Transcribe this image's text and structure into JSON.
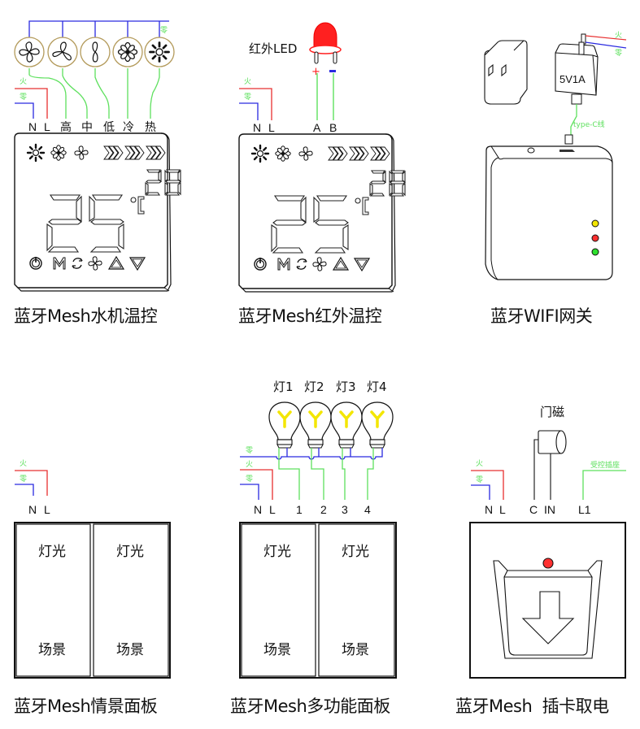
{
  "colors": {
    "live_wire": "#e83030",
    "neutral_wire": "#2a2ae0",
    "signal_wire": "#5ee05e",
    "led_red": "#ff2020",
    "bulb_yellow": "#f3e600",
    "indicator_yellow": "#f3e600",
    "indicator_red": "#ff3030",
    "indicator_green": "#2ee02e",
    "fan_ring": "#b39a5a"
  },
  "wire_labels": {
    "live": "火",
    "neutral": "零",
    "controlled_socket": "受控插座",
    "typec": "type-C线"
  },
  "devices": [
    {
      "id": "water-thermostat",
      "caption": "蓝牙Mesh水机温控",
      "terminals": [
        "N",
        "L",
        "高",
        "中",
        "低",
        "冷",
        "热"
      ],
      "valves": [
        "fan-high-icon",
        "fan-mid-icon",
        "fan-low-icon",
        "cool-icon",
        "heat-icon"
      ],
      "display": {
        "temperature": "25",
        "unit": "°C",
        "set_temp": "28"
      },
      "buttons": [
        "power-icon",
        "mode-icon",
        "cycle-icon",
        "fan-icon",
        "up-icon",
        "down-icon"
      ]
    },
    {
      "id": "ir-thermostat",
      "caption": "蓝牙Mesh红外温控",
      "terminals": [
        "N",
        "L",
        "A",
        "B"
      ],
      "led_label": "红外LED",
      "led_plus": "+",
      "led_minus": "−",
      "display": {
        "temperature": "25",
        "unit": "°C",
        "set_temp": "28"
      }
    },
    {
      "id": "wifi-gateway",
      "caption": "蓝牙WIFI网关",
      "adapter_label": "5V1A"
    },
    {
      "id": "scene-panel",
      "caption": "蓝牙Mesh情景面板",
      "terminals": [
        "N",
        "L"
      ],
      "buttons": [
        {
          "top": "灯光",
          "bottom": "场景"
        },
        {
          "top": "灯光",
          "bottom": "场景"
        }
      ]
    },
    {
      "id": "multi-panel",
      "caption": "蓝牙Mesh多功能面板",
      "terminals": [
        "N",
        "L",
        "1",
        "2",
        "3",
        "4"
      ],
      "lamps": [
        "灯1",
        "灯2",
        "灯3",
        "灯4"
      ],
      "buttons": [
        {
          "top": "灯光",
          "bottom": "场景"
        },
        {
          "top": "灯光",
          "bottom": "场景"
        }
      ]
    },
    {
      "id": "card-switch",
      "caption": "蓝牙Mesh  插卡取电",
      "terminals": [
        "N",
        "L",
        "C",
        "IN",
        "L1"
      ],
      "door_sensor_label": "门磁"
    }
  ]
}
